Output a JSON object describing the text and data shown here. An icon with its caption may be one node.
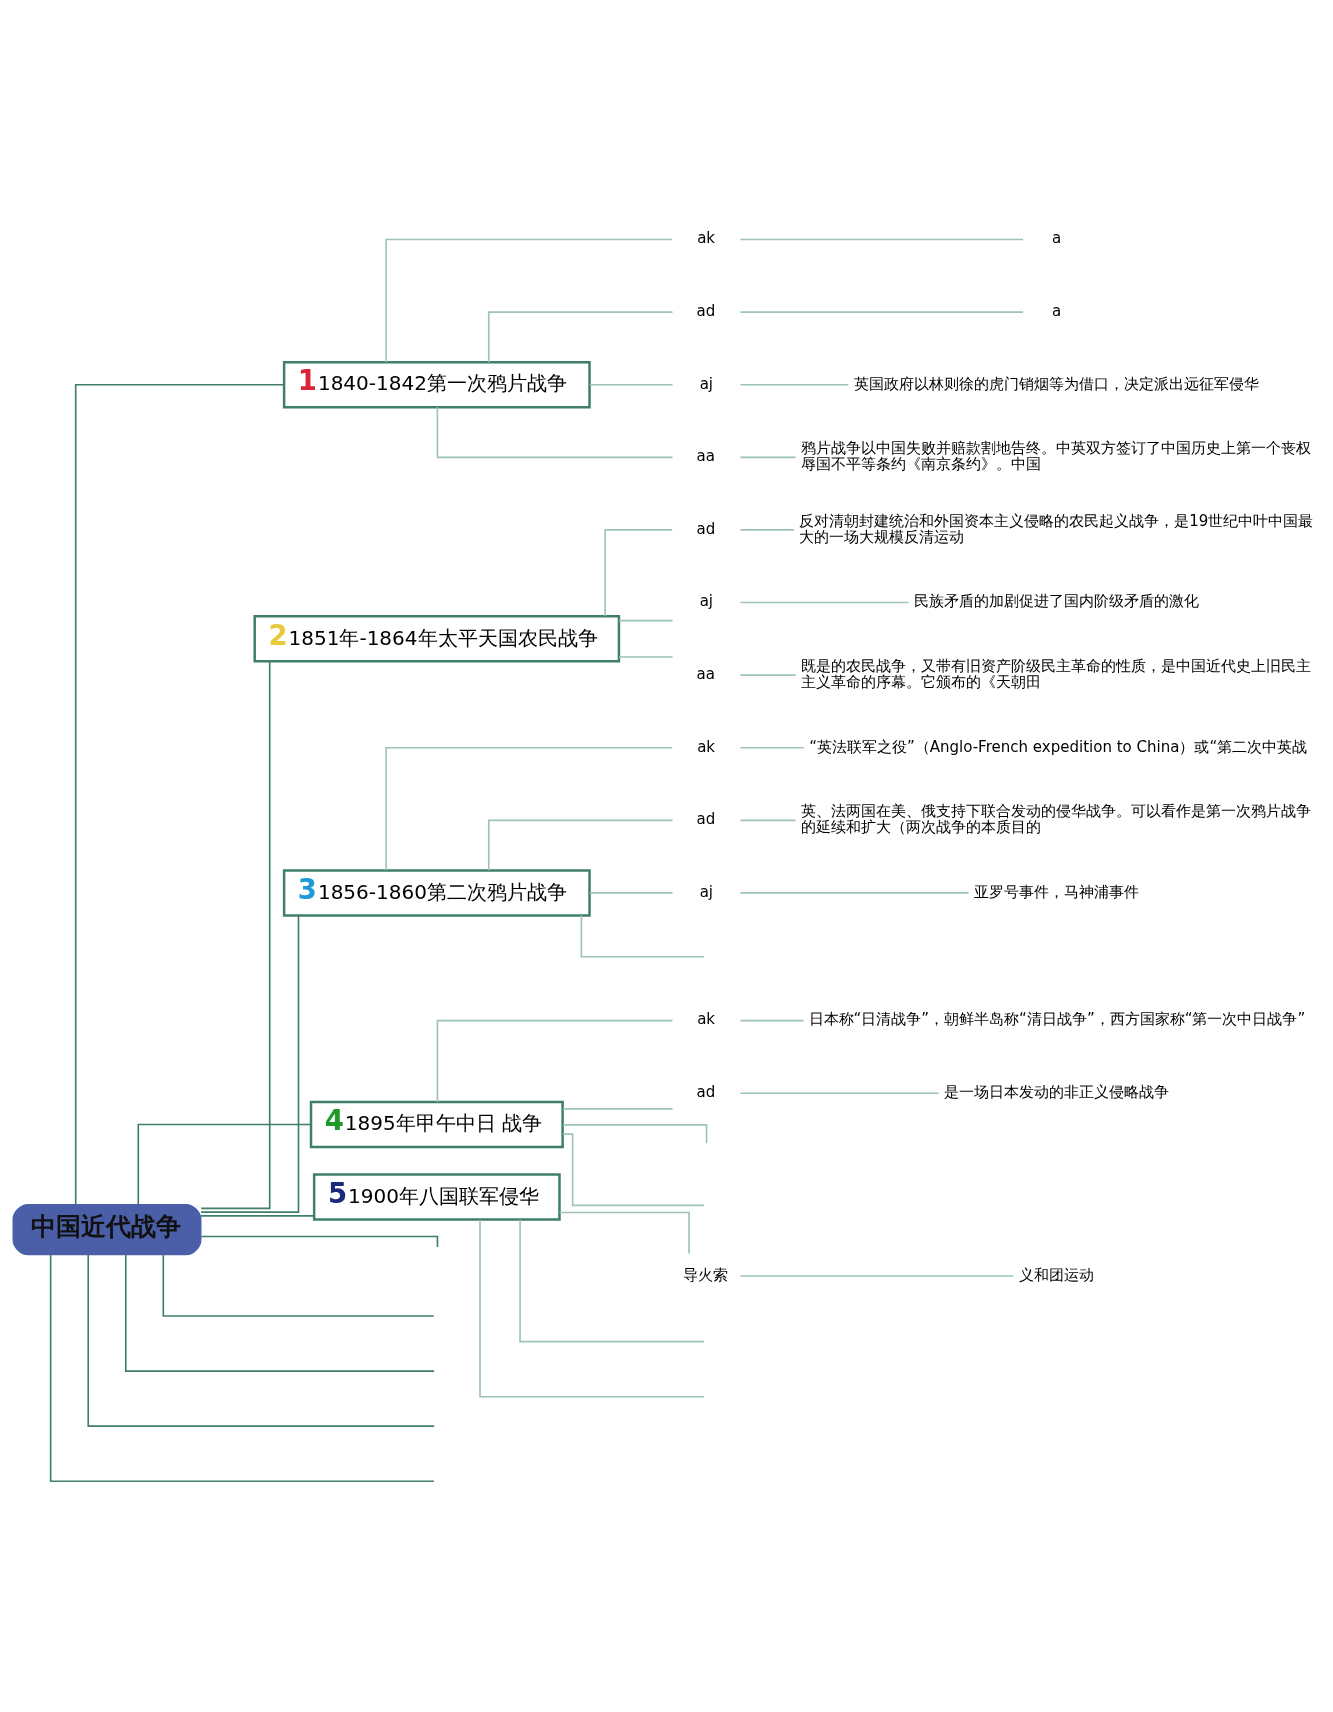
{
  "diagram": {
    "nodes": [
      {
        "text": [
          "中国近代战争"
        ]
      },
      {
        "text": [
          "1",
          "1840-1842第一次鸦片战争"
        ]
      },
      {
        "text": [
          "ak"
        ]
      },
      {
        "text": [
          "a"
        ]
      },
      {
        "text": [
          "ad"
        ]
      },
      {
        "text": [
          "a"
        ]
      },
      {
        "text": [
          "aj"
        ]
      },
      {
        "text": [
          "英国政府以林则徐的虎门销烟等为借口，决定派出远征军侵华"
        ]
      },
      {
        "text": [
          "aa"
        ]
      },
      {
        "text": [
          "鸦片战争以中国失败并赔款割地告终。中英双方签订了中国历史上第一个丧权辱国不平等条约《南京条约》。中国"
        ]
      },
      {
        "text": [
          "2",
          "1851年-1864年太平天国农民战争"
        ]
      },
      {
        "text": [
          "ad"
        ]
      },
      {
        "text": [
          "反对清朝封建统治和外国资本主义侵略的农民起义战争，是19世纪中叶中国最大的一场大规模反清运动"
        ]
      },
      {
        "text": [
          "aj"
        ]
      },
      {
        "text": [
          "民族矛盾的加剧促进了国内阶级矛盾的激化"
        ]
      },
      {
        "text": [
          "aa"
        ]
      },
      {
        "text": [
          "既是的农民战争，又带有旧资产阶级民主革命的性质，是中国近代史上旧民主主义革命的序幕。它颁布的《天朝田"
        ]
      },
      {
        "text": [
          "3",
          "1856-1860第二次鸦片战争"
        ]
      },
      {
        "text": [
          "ak"
        ]
      },
      {
        "text": [
          "“英法联军之役”（Anglo-French expedition to China）或“第二次中英战"
        ]
      },
      {
        "text": [
          "ad"
        ]
      },
      {
        "text": [
          "英、法两国在美、俄支持下联合发动的侵华战争。可以看作是第一次鸦片战争的延续和扩大（两次战争的本质目的"
        ]
      },
      {
        "text": [
          "aj"
        ]
      },
      {
        "text": [
          "亚罗号事件，马神浦事件"
        ]
      },
      {
        "text": [
          "4",
          "1895年甲午中日 战争"
        ]
      },
      {
        "text": [
          "ak"
        ]
      },
      {
        "text": [
          "日本称“日清战争”，朝鲜半岛称“清日战争”，西方国家称“第一次中日战争”"
        ]
      },
      {
        "text": [
          "ad"
        ]
      },
      {
        "text": [
          "是一场日本发动的非正义侵略战争"
        ]
      },
      {
        "text": [
          "5",
          "1900年八国联军侵华"
        ]
      },
      {
        "text": [
          "导火索"
        ]
      },
      {
        "text": [
          "义和团运动"
        ]
      }
    ],
    "edges": [
      {
        "from": 0,
        "to": 1,
        "arrow": "none",
        "color": "#3f7f6a"
      },
      {
        "from": 1,
        "to": 2,
        "arrow": "none"
      },
      {
        "from": 2,
        "to": 3,
        "arrow": "none"
      },
      {
        "from": 1,
        "to": 4,
        "arrow": "none"
      },
      {
        "from": 4,
        "to": 5,
        "arrow": "none"
      },
      {
        "from": 1,
        "to": 6,
        "arrow": "none"
      },
      {
        "from": 6,
        "to": 7,
        "arrow": "none"
      },
      {
        "from": 1,
        "to": 8,
        "arrow": "none"
      },
      {
        "from": 8,
        "to": 9,
        "arrow": "none"
      },
      {
        "from": 0,
        "to": 10,
        "arrow": "none",
        "color": "#3f7f6a"
      },
      {
        "from": 10,
        "to": 11,
        "arrow": "none"
      },
      {
        "from": 11,
        "to": 12,
        "arrow": "none"
      },
      {
        "from": 10,
        "to": 13,
        "arrow": "none"
      },
      {
        "from": 13,
        "to": 14,
        "arrow": "none"
      },
      {
        "from": 10,
        "to": 15,
        "arrow": "none"
      },
      {
        "from": 15,
        "to": 16,
        "arrow": "none"
      },
      {
        "from": 0,
        "to": 17,
        "arrow": "none",
        "color": "#3f7f6a"
      },
      {
        "from": 17,
        "to": 18,
        "arrow": "none"
      },
      {
        "from": 18,
        "to": 19,
        "arrow": "none"
      },
      {
        "from": 17,
        "to": 20,
        "arrow": "none"
      },
      {
        "from": 20,
        "to": 21,
        "arrow": "none"
      },
      {
        "from": 17,
        "to": 22,
        "arrow": "none"
      },
      {
        "from": 22,
        "to": 23,
        "arrow": "none"
      },
      {
        "from": 17,
        "to": null,
        "arrow": "none"
      },
      {
        "from": 0,
        "to": 24,
        "arrow": "none",
        "color": "#3f7f6a"
      },
      {
        "from": 24,
        "to": 25,
        "arrow": "none"
      },
      {
        "from": 25,
        "to": 26,
        "arrow": "none"
      },
      {
        "from": 24,
        "to": 27,
        "arrow": "none"
      },
      {
        "from": 27,
        "to": 28,
        "arrow": "none"
      },
      {
        "from": 24,
        "to": null,
        "arrow": "none"
      },
      {
        "from": 24,
        "to": null,
        "arrow": "none"
      },
      {
        "from": 0,
        "to": 29,
        "arrow": "none",
        "color": "#3f7f6a"
      },
      {
        "from": 29,
        "to": 30,
        "arrow": "none"
      },
      {
        "from": 30,
        "to": 31,
        "arrow": "none"
      },
      {
        "from": 29,
        "to": null,
        "arrow": "none"
      },
      {
        "from": 29,
        "to": null,
        "arrow": "none"
      },
      {
        "from": 0,
        "to": null,
        "arrow": "none",
        "color": "#3f7f6a"
      },
      {
        "from": 0,
        "to": null,
        "arrow": "none",
        "color": "#3f7f6a"
      },
      {
        "from": 0,
        "to": null,
        "arrow": "none",
        "color": "#3f7f6a"
      },
      {
        "from": 0,
        "to": null,
        "arrow": "none",
        "color": "#3f7f6a"
      },
      {
        "from": 0,
        "to": null,
        "arrow": "none",
        "color": "#3f7f6a"
      }
    ]
  }
}
